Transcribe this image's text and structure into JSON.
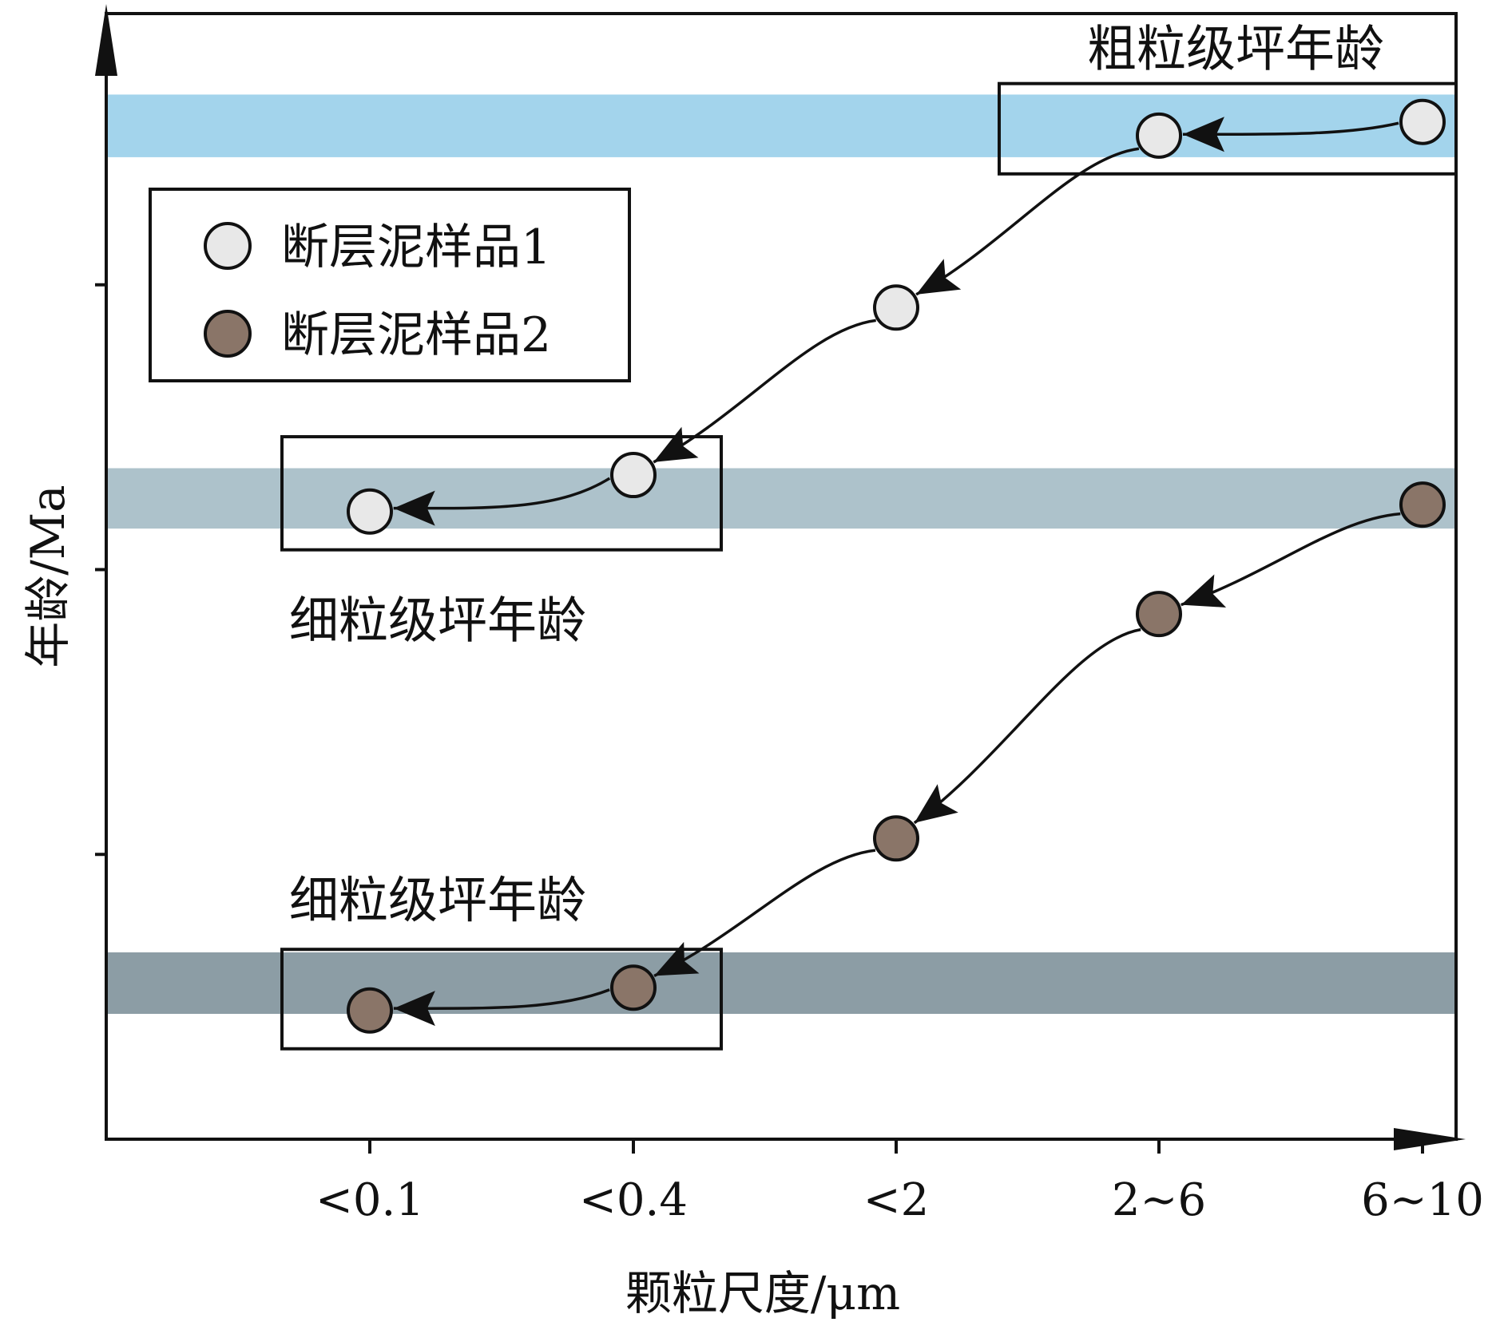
{
  "chart_data": {
    "type": "scatter",
    "title": "",
    "xlabel": "颗粒尺度/μm",
    "ylabel": "年龄/Ma",
    "categories": [
      "<0.1",
      "<0.4",
      "<2",
      "2~6",
      "6~10"
    ],
    "y_tick_labels": false,
    "ylim": [
      0,
      100
    ],
    "series": [
      {
        "name": "断层泥样品1",
        "marker_color": "#e8e8e8",
        "values": [
          55.1,
          58.3,
          73.0,
          88.1,
          89.3
        ]
      },
      {
        "name": "断层泥样品2",
        "marker_color": "#8a7568",
        "values": [
          11.3,
          13.3,
          26.4,
          46.1,
          55.7
        ]
      }
    ],
    "plateau_bands": [
      {
        "color": "#a3d4ec",
        "y_range": [
          86.2,
          91.7
        ]
      },
      {
        "color": "#adc2cb",
        "y_range": [
          53.6,
          58.9
        ]
      },
      {
        "color": "#8c9da5",
        "y_range": [
          11.0,
          16.4
        ]
      }
    ],
    "annotations": [
      {
        "text": "粗粒级坪年龄",
        "series": "断层泥样品1",
        "categories": [
          "2~6",
          "6~10"
        ]
      },
      {
        "text": "细粒级坪年龄",
        "series": "断层泥样品1",
        "categories": [
          "<0.1",
          "<0.4"
        ]
      },
      {
        "text": "细粒级坪年龄",
        "series": "断层泥样品2",
        "categories": [
          "<0.1",
          "<0.4"
        ]
      }
    ],
    "legend": {
      "position": "top-left"
    },
    "grid": false
  }
}
